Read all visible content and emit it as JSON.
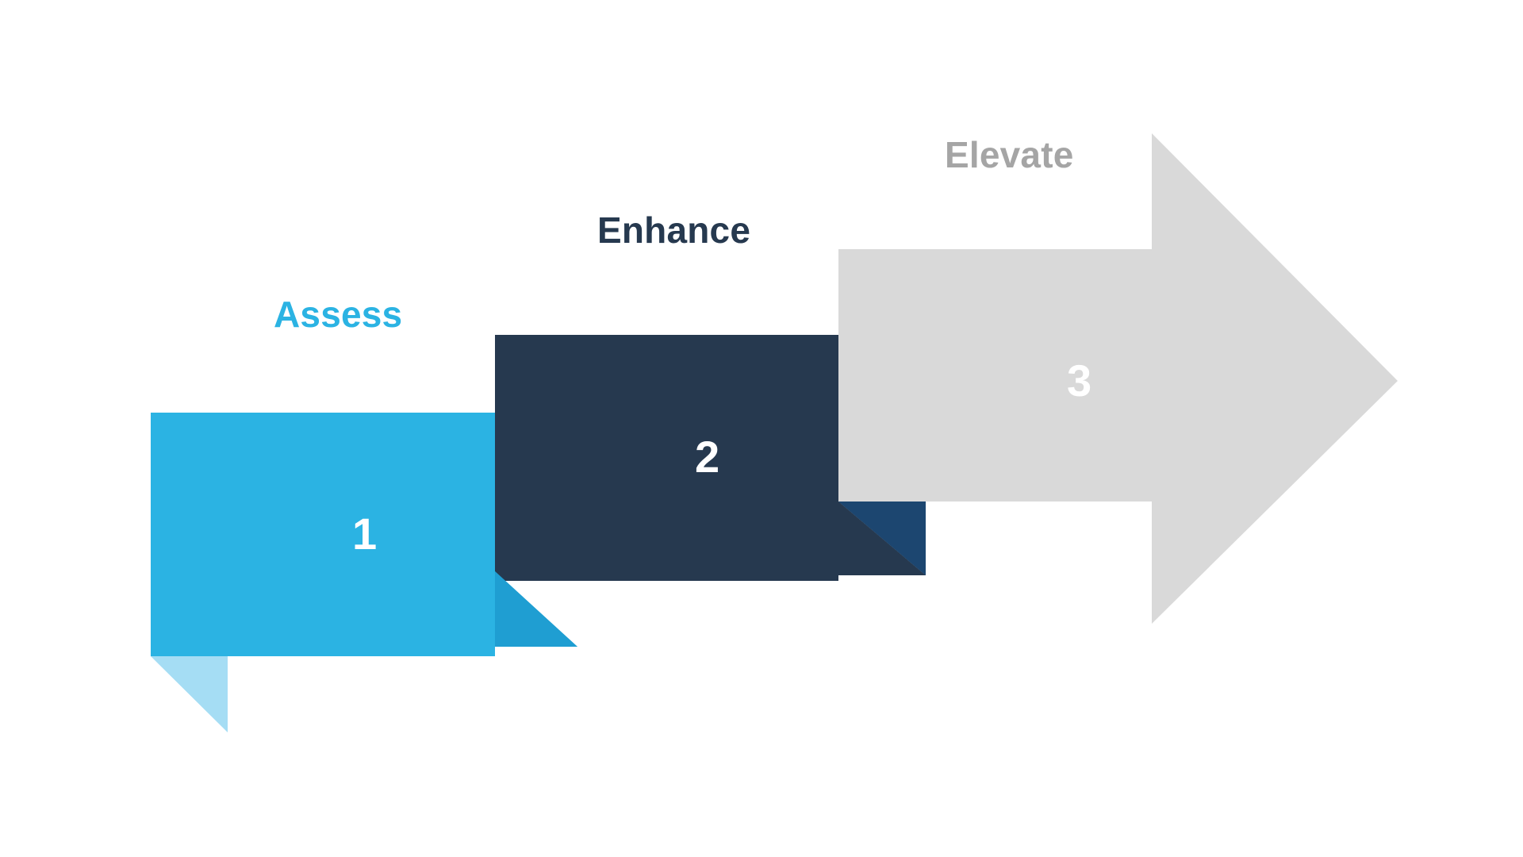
{
  "diagram": {
    "type": "three-step-arrow-process",
    "background_color": "#ffffff",
    "steps": [
      {
        "number": "1",
        "label": "Assess",
        "shape": "card-with-fold",
        "fill_color": "#2bb3e3",
        "label_color": "#2bb3e3",
        "number_color": "#ffffff",
        "fold_color": "#a5ddf4",
        "shadow_color": "#1f9ed2"
      },
      {
        "number": "2",
        "label": "Enhance",
        "shape": "card-with-fold",
        "fill_color": "#26394f",
        "label_color": "#26394f",
        "number_color": "#ffffff",
        "shadow_color": "#1c4670"
      },
      {
        "number": "3",
        "label": "Elevate",
        "shape": "right-arrow",
        "fill_color": "#d9d9d9",
        "label_color": "#a5a5a5",
        "number_color": "#ffffff"
      }
    ]
  }
}
